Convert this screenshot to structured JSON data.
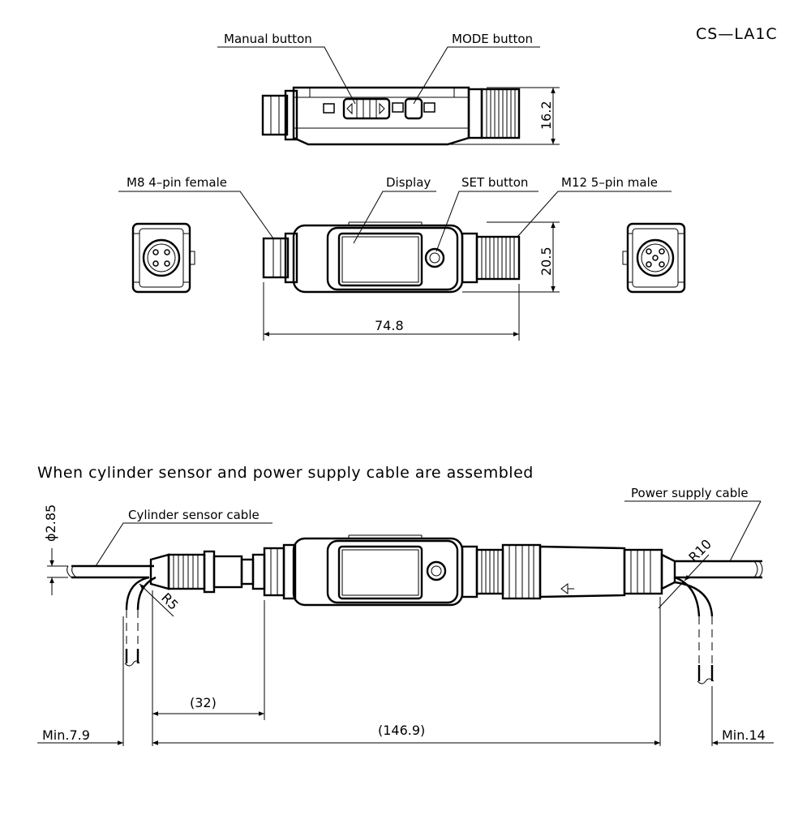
{
  "model": "CS—LA1C",
  "labels": {
    "manual_button": "Manual button",
    "mode_button": "MODE button",
    "m8_female": "M8 4–pin female",
    "display": "Display",
    "set_button": "SET button",
    "m12_male": "M12 5–pin male",
    "cylinder_cable": "Cylinder sensor cable",
    "power_cable": "Power supply cable"
  },
  "dimensions": {
    "height_top": "16.2",
    "height_front": "20.5",
    "length": "74.8",
    "cable_dia": "ϕ2.85",
    "radius_left": "R5",
    "radius_right": "R10",
    "offset_32": "(32)",
    "total_146": "(146.9)",
    "min_left": "Min.7.9",
    "min_right": "Min.14"
  },
  "assembly_title": "When cylinder sensor and power supply cable are assembled"
}
